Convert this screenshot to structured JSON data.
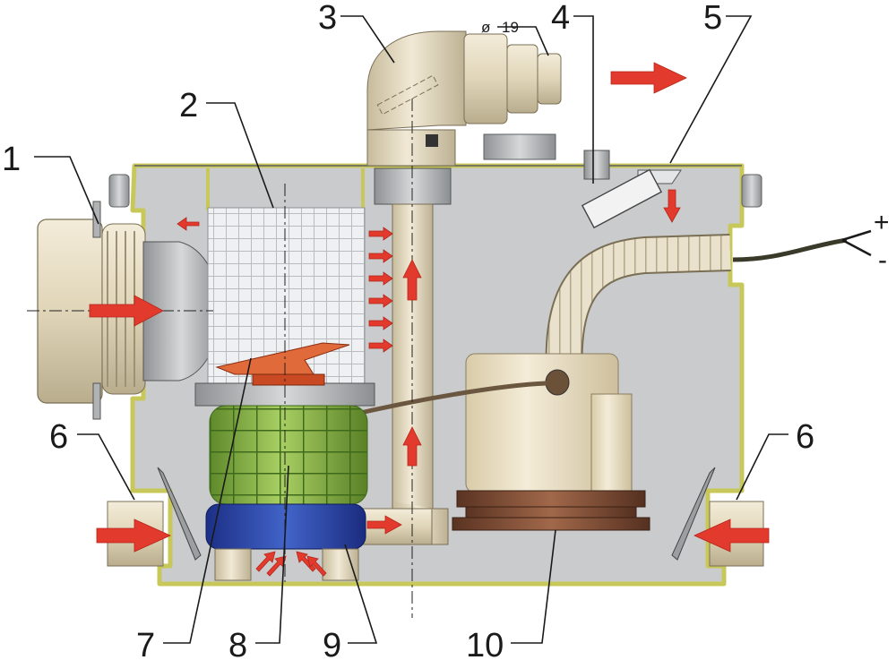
{
  "callouts": [
    {
      "id": "1",
      "label": "1"
    },
    {
      "id": "2",
      "label": "2"
    },
    {
      "id": "3",
      "label": "3"
    },
    {
      "id": "4",
      "label": "4"
    },
    {
      "id": "5",
      "label": "5"
    },
    {
      "id": "6a",
      "label": "6"
    },
    {
      "id": "6b",
      "label": "6"
    },
    {
      "id": "7",
      "label": "7"
    },
    {
      "id": "8",
      "label": "8"
    },
    {
      "id": "9",
      "label": "9"
    },
    {
      "id": "10",
      "label": "10"
    }
  ],
  "dimension": {
    "symbol": "ø",
    "value": "19"
  },
  "terminals": {
    "positive": "+",
    "negative": "-"
  },
  "colors": {
    "housing": "#c9cbcc",
    "housing_outline": "#c8c85a",
    "pipe": "#e6dcc2",
    "filter_green": "#9cc45a",
    "impeller": "#e06a3a",
    "base_blue": "#2846a8",
    "motor": "#e9dfc4",
    "motor_base": "#7a4a32",
    "arrow": "#e23b2e"
  }
}
